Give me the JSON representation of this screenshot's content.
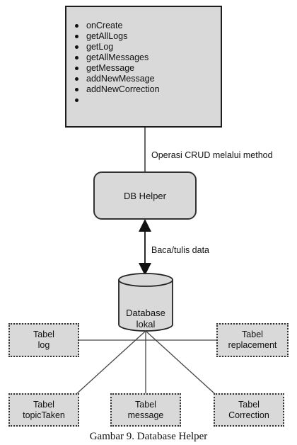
{
  "methods": [
    "onCreate",
    "getAllLogs",
    "getLog",
    "getAllMessages",
    "getMessage",
    "addNewMessage",
    "addNewCorrection",
    ""
  ],
  "edge_label_crud": "Operasi CRUD melalui method",
  "db_helper": "DB Helper",
  "edge_label_rw": "Baca/tulis data",
  "database": {
    "line1": "Database",
    "line2": "lokal"
  },
  "tables": {
    "log": {
      "line1": "Tabel",
      "line2": "log"
    },
    "replacement": {
      "line1": "Tabel",
      "line2": "replacement"
    },
    "topicTaken": {
      "line1": "Tabel",
      "line2": "topicTaken"
    },
    "message": {
      "line1": "Tabel",
      "line2": "message"
    },
    "correction": {
      "line1": "Tabel",
      "line2": "Correction"
    }
  },
  "caption": "Gambar 9. Database Helper"
}
